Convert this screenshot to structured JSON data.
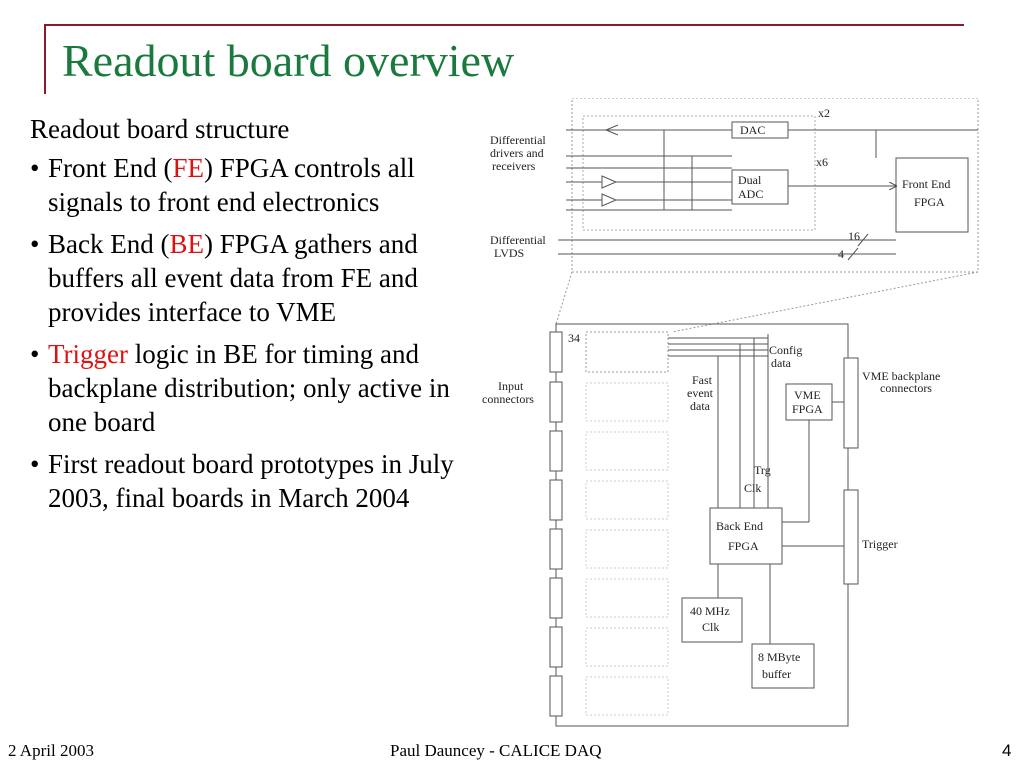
{
  "slide": {
    "title": "Readout board overview",
    "subheading": "Readout board structure",
    "bullets": [
      {
        "pre": "Front End (",
        "highlight": "FE",
        "post": ") FPGA controls all signals to front end electronics"
      },
      {
        "pre": "Back End (",
        "highlight": "BE",
        "post": ") FPGA gathers and buffers all event data from FE and provides interface to VME"
      },
      {
        "pre": "",
        "highlight": "Trigger",
        "post": " logic in BE for timing and backplane distribution; only active in one board"
      },
      {
        "pre": "",
        "highlight": "",
        "post": "First readout board prototypes in July 2003, final boards in March 2004"
      }
    ],
    "bullet_glyph": "•",
    "highlight_color": "#e01010",
    "title_color": "#1a7a3e",
    "rule_color": "#8b1a2b"
  },
  "diagram": {
    "top": {
      "diff_drivers_line1": "Differential",
      "diff_drivers_line2": "drivers and",
      "diff_drivers_line3": "receivers",
      "dac": "DAC",
      "dual_adc_line1": "Dual",
      "dual_adc_line2": "ADC",
      "x2": "x2",
      "x6": "x6",
      "fe_fpga_line1": "Front End",
      "fe_fpga_line2": "FPGA",
      "diff_lvds_line1": "Differential",
      "diff_lvds_line2": "LVDS",
      "n16": "16",
      "n4": "4"
    },
    "board": {
      "n34": "34",
      "input_conn_line1": "Input",
      "input_conn_line2": "connectors",
      "config_line1": "Config",
      "config_line2": "data",
      "fast_line1": "Fast",
      "fast_line2": "event",
      "fast_line3": "data",
      "vme_fpga_line1": "VME",
      "vme_fpga_line2": "FPGA",
      "vme_backplane_line1": "VME backplane",
      "vme_backplane_line2": "connectors",
      "trg": "Trg",
      "clk": "Clk",
      "be_fpga_line1": "Back End",
      "be_fpga_line2": "FPGA",
      "trigger": "Trigger",
      "clk40_line1": "40 MHz",
      "clk40_line2": "Clk",
      "buffer_line1": "8 MByte",
      "buffer_line2": "buffer"
    }
  },
  "footer": {
    "date": "2 April 2003",
    "author": "Paul Dauncey - CALICE DAQ",
    "page": "4"
  }
}
